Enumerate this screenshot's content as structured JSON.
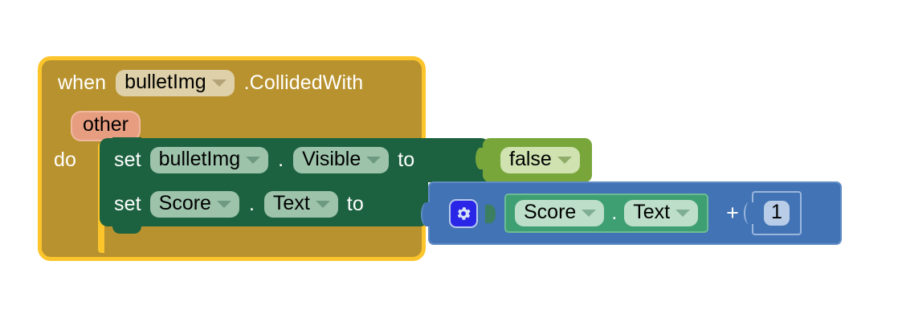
{
  "workspace": {
    "background_color": "#ffffff"
  },
  "event_block": {
    "color": "#b8922e",
    "border_color": "#fcc52c",
    "when_label": "when",
    "component": "bulletImg",
    "event_name": ".CollidedWith",
    "parameter": "other",
    "parameter_color": "#e79d80",
    "do_label": "do",
    "dropdown_icon": "chevron-down-icon"
  },
  "statements": [
    {
      "set_label": "set",
      "component": "bulletImg",
      "property": "Visible",
      "separator": ".",
      "to_label": "to",
      "color": "#1d6240"
    },
    {
      "set_label": "set",
      "component": "Score",
      "property": "Text",
      "separator": ".",
      "to_label": "to",
      "color": "#1d6240"
    }
  ],
  "logic_block": {
    "value": "false",
    "color": "#78a63a",
    "dropdown_icon": "chevron-down-icon"
  },
  "math_block": {
    "color": "#4273b4",
    "mutator_icon": "gear-icon",
    "mutator_color": "#2926e8",
    "operator": "+",
    "getter": {
      "component": "Score",
      "property": "Text",
      "separator": ".",
      "color": "#3e9f72",
      "dropdown_icon": "chevron-down-icon"
    },
    "number": "1",
    "number_field_color": "#b9cce8"
  }
}
